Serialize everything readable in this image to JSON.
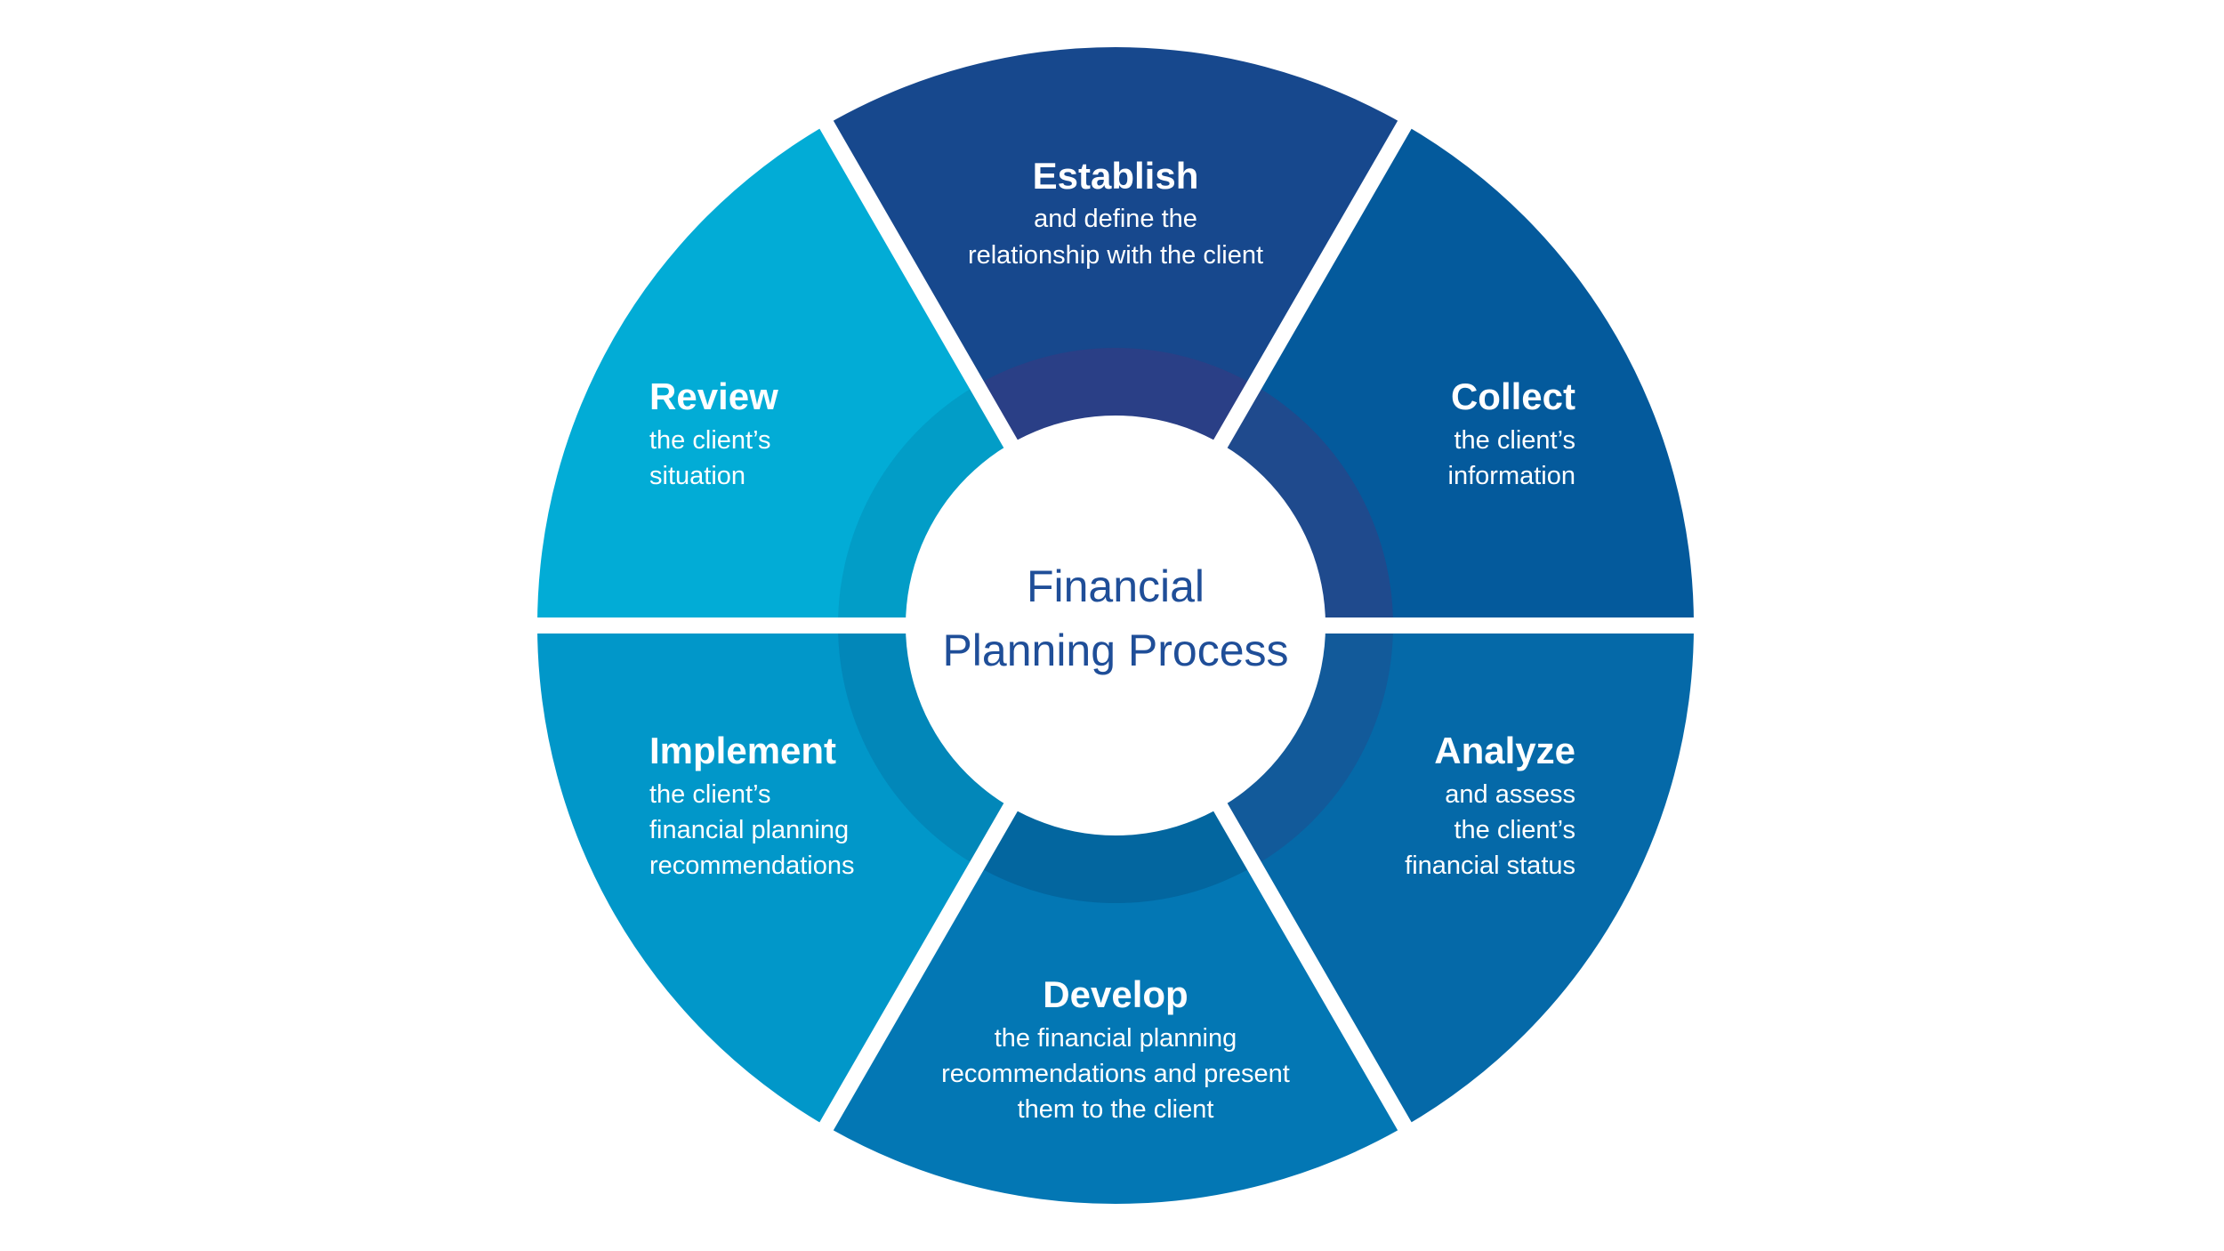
{
  "center": {
    "line1": "Financial",
    "line2": "Planning Process"
  },
  "segments": [
    {
      "id": "establish",
      "title": "Establish",
      "desc": [
        "and define the",
        "relationship with the client"
      ],
      "color": "#17488d",
      "ring": "#2a3f86"
    },
    {
      "id": "collect",
      "title": "Collect",
      "desc": [
        "the client’s",
        "information"
      ],
      "color": "#045a9c",
      "ring": "#1f4a8d"
    },
    {
      "id": "analyze",
      "title": "Analyze",
      "desc": [
        "and assess",
        "the client’s",
        "financial status"
      ],
      "color": "#0569a8",
      "ring": "#125a9a"
    },
    {
      "id": "develop",
      "title": "Develop",
      "desc": [
        "the financial planning",
        "recommendations and present",
        "them to the client"
      ],
      "color": "#0377b4",
      "ring": "#03669f"
    },
    {
      "id": "implement",
      "title": "Implement",
      "desc": [
        "the client’s",
        "financial planning",
        "recommendations"
      ],
      "color": "#0197c9",
      "ring": "#0287b9"
    },
    {
      "id": "review",
      "title": "Review",
      "desc": [
        "the client’s",
        "situation"
      ],
      "color": "#02acd6",
      "ring": "#029dc7"
    }
  ],
  "colors": {
    "center_text": "#1f4e98",
    "background": "#ffffff"
  }
}
